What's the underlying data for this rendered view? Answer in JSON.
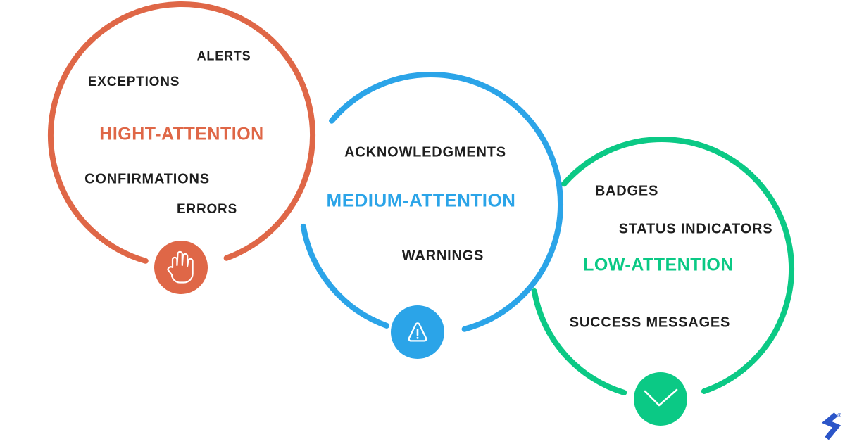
{
  "diagram": {
    "background": "#FFFFFF",
    "text_color": "#1E1E1E",
    "rings": [
      {
        "name": "high-attention",
        "title": "HIGHT-ATTENTION",
        "color": "#DF6747",
        "icon": "hand-icon",
        "items": [
          "ALERTS",
          "EXCEPTIONS",
          "CONFIRMATIONS",
          "ERRORS"
        ]
      },
      {
        "name": "medium-attention",
        "title": "MEDIUM-ATTENTION",
        "color": "#2BA4E8",
        "icon": "warning-triangle-icon",
        "items": [
          "ACKNOWLEDGMENTS",
          "WARNINGS"
        ]
      },
      {
        "name": "low-attention",
        "title": "LOW-ATTENTION",
        "color": "#0BC985",
        "icon": "checkmark-icon",
        "items": [
          "BADGES",
          "STATUS INDICATORS",
          "SUCCESS MESSAGES"
        ]
      }
    ],
    "logo": {
      "name": "toptal-logo",
      "color": "#2B55C8",
      "registered_mark": "®"
    }
  }
}
